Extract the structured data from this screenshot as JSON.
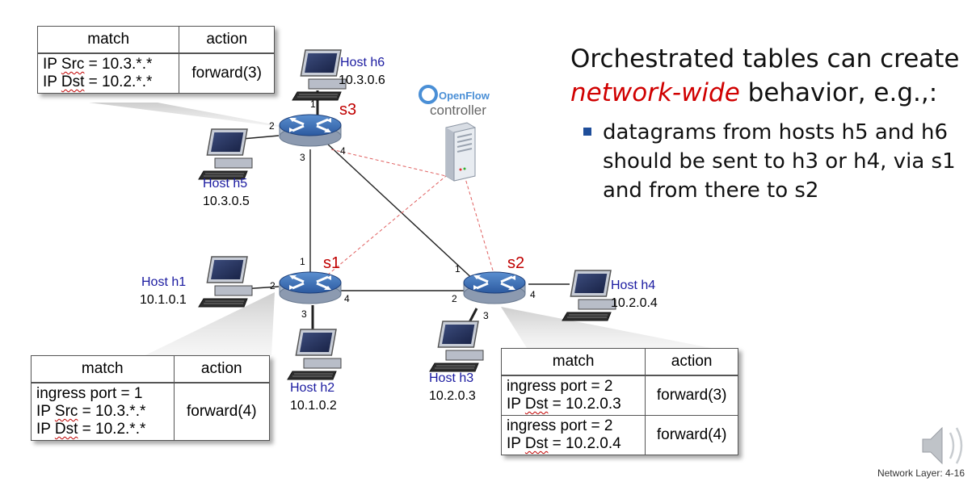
{
  "headline": {
    "line1": "Orchestrated tables can create",
    "accent": "network-wide",
    "rest": " behavior, e.g.,:"
  },
  "bullet": "datagrams from hosts h5 and h6 should be sent to h3 or h4, via s1 and from there to s2",
  "controller": {
    "brand": "OpenFlow",
    "label": "controller"
  },
  "switches": {
    "s1": "s1",
    "s2": "s2",
    "s3": "s3"
  },
  "hosts": {
    "h1": {
      "name": "Host h1",
      "ip": "10.1.0.1"
    },
    "h2": {
      "name": "Host h2",
      "ip": "10.1.0.2"
    },
    "h3": {
      "name": "Host h3",
      "ip": "10.2.0.3"
    },
    "h4": {
      "name": "Host h4",
      "ip": "10.2.0.4"
    },
    "h5": {
      "name": "Host h5",
      "ip": "10.3.0.5"
    },
    "h6": {
      "name": "Host h6",
      "ip": "10.3.0.6"
    }
  },
  "ports": {
    "s3": [
      "1",
      "2",
      "3",
      "4"
    ],
    "s1": [
      "1",
      "2",
      "3",
      "4"
    ],
    "s2": [
      "1",
      "2",
      "3",
      "4"
    ]
  },
  "tables": {
    "s3": {
      "match_header": "match",
      "action_header": "action",
      "rows": [
        {
          "match": [
            "IP Src = 10.3.*.*",
            "IP Dst = 10.2.*.*"
          ],
          "action": "forward(3)"
        }
      ]
    },
    "s1": {
      "match_header": "match",
      "action_header": "action",
      "rows": [
        {
          "match": [
            "ingress port = 1",
            "IP Src = 10.3.*.*",
            "IP Dst = 10.2.*.*"
          ],
          "action": "forward(4)"
        }
      ]
    },
    "s2": {
      "match_header": "match",
      "action_header": "action",
      "rows": [
        {
          "match": [
            "ingress port = 2",
            "IP Dst = 10.2.0.3"
          ],
          "action": "forward(3)"
        },
        {
          "match": [
            "ingress port = 2",
            "IP Dst = 10.2.0.4"
          ],
          "action": "forward(4)"
        }
      ]
    }
  },
  "colors": {
    "switch_label": "#c00000",
    "host_name": "#1a1aa0",
    "dashed_link": "#e06060",
    "accent": "#d00000"
  },
  "footer": "Network Layer: 4-16"
}
